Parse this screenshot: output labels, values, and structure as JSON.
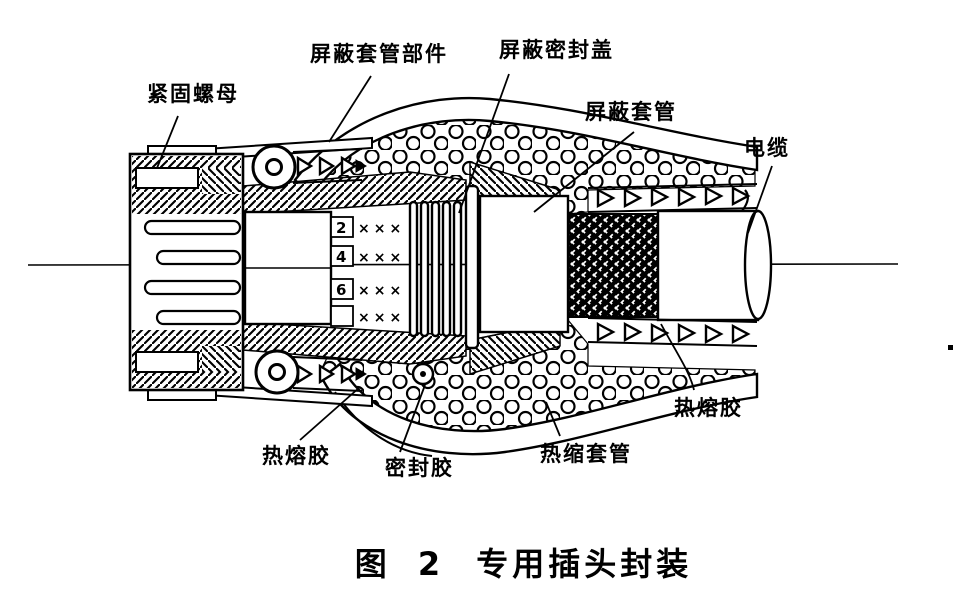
{
  "figure": {
    "caption": {
      "prefix": "图 2",
      "title": "专用插头封装"
    },
    "labels": {
      "fastening_nut": "紧固螺母",
      "shield_sleeve_assembly": "屏蔽套管部件",
      "shield_seal_cover": "屏蔽密封盖",
      "shield_sleeve": "屏蔽套管",
      "cable": "电缆",
      "hot_melt_adhesive_left": "热熔胶",
      "sealant": "密封胶",
      "heat_shrink_sleeve": "热缩套管",
      "hot_melt_adhesive_right": "热熔胶"
    },
    "conductors": [
      {
        "num": "2",
        "marks": "×××"
      },
      {
        "num": "4",
        "marks": "×××"
      },
      {
        "num": "6",
        "marks": "×××"
      },
      {
        "num": "",
        "marks": "×××"
      }
    ],
    "colors": {
      "ink": "#000000",
      "paper": "#ffffff"
    }
  }
}
